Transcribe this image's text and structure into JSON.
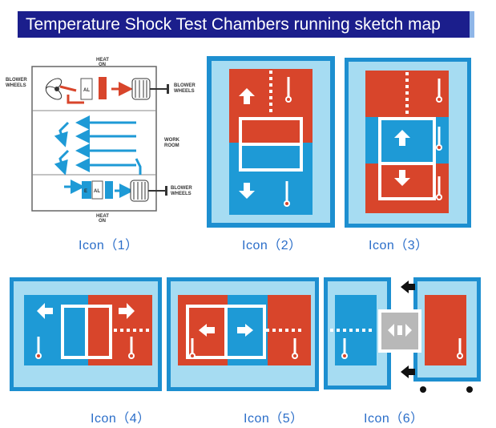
{
  "title": "Temperature Shock Test Chambers running sketch map",
  "colors": {
    "hot": "#d8452b",
    "cold": "#1e9ad6",
    "frame": "#1d8fd0",
    "bg": "#a6dcf2",
    "banner": "#1b1e8c"
  },
  "captions": [
    "Icon（1）",
    "Icon（2）",
    "Icon（3）",
    "Icon（4）",
    "Icon（5）",
    "Icon（6）"
  ],
  "icon1": {
    "heat_on_top": "HEAT\nON",
    "heat_on_bottom": "HEAT\nON",
    "blower_left": "BLOWER\nWHEELS",
    "blower_right_top": "BLOWER\nWHEELS",
    "blower_right_bottom": "BLOWER\nWHEELS",
    "work_room": "WORK\nROOM",
    "al_top": "AL",
    "al_bottom": "AL",
    "e_label": "E"
  }
}
